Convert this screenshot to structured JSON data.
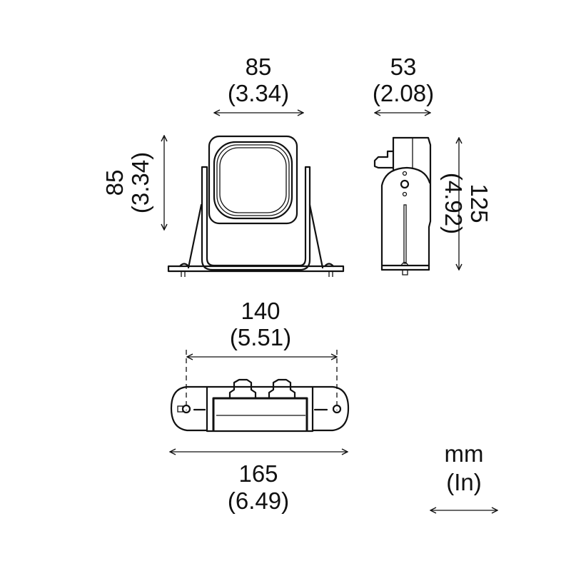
{
  "front_view": {
    "width_mm": "85",
    "width_in": "(3.34)",
    "height_mm": "85",
    "height_in": "(3.34)"
  },
  "side_view": {
    "depth_mm": "53",
    "depth_in": "(2.08)",
    "height_mm": "125",
    "height_in": "(4.92)"
  },
  "bottom_view": {
    "hole_spacing_mm": "140",
    "hole_spacing_in": "(5.51)",
    "length_mm": "165",
    "length_in": "(6.49)"
  },
  "units_legend": {
    "primary": "mm",
    "secondary": "(In)"
  }
}
